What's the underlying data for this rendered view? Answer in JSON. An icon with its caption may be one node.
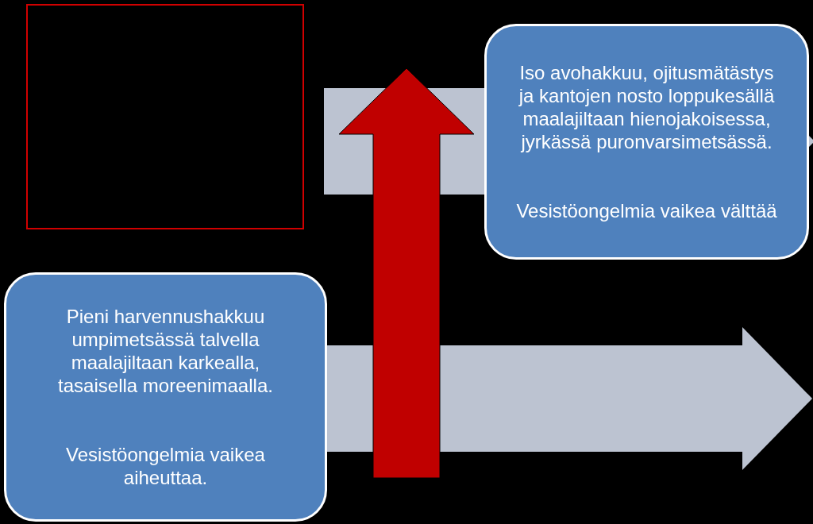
{
  "diagram": {
    "nodes": [
      {
        "text": [],
        "shape": "box"
      },
      {
        "text": [
          "Iso avohakkuu, ojitusmätästys ja kantojen nosto loppukesällä maalajiltaan hienojakoisessa, jyrkässä puronvarsimetsässä.",
          "Vesistöongelmia vaikea välttää"
        ]
      },
      {
        "text": [
          "Pieni harvennushakkuu umpimetsässä talvella maalajiltaan karkealla, tasaisella moreenimaalla.",
          "Vesistöongelmia vaikea aiheuttaa."
        ]
      }
    ],
    "edges": [
      {
        "from": 2,
        "to": null,
        "arrow": "to"
      },
      {
        "from": 2,
        "to": 1,
        "arrow": "to",
        "color": "#c00000"
      }
    ]
  }
}
